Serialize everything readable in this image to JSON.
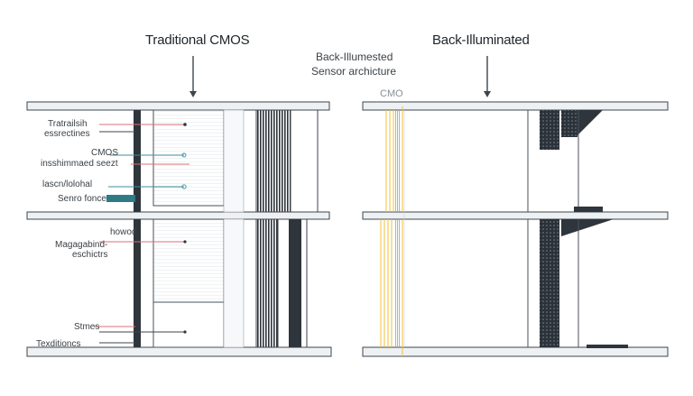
{
  "titles": {
    "left": "Traditional CMOS",
    "right": "Back-Illuminated",
    "center_line1": "Back-Illumested",
    "center_line2": "Sensor archicture"
  },
  "left_labels": [
    "Tratrailsih",
    "essrectines",
    "CMOS",
    "insshimmaed seezt",
    "lascn/lolohal",
    "Senro fonce",
    "howod",
    "Magagabind-",
    "eschictrs",
    "Stmes",
    "Texditioncs"
  ],
  "right_labels": {
    "cmo": "CMO"
  },
  "colors": {
    "frame": "#3e454c",
    "dark_fill": "#2e353c",
    "teal": "#3e8f97",
    "teal_block": "#2f7a84",
    "red_line": "#d86f78",
    "yellow": "#f0c23a",
    "plate": "#e9edf0"
  },
  "icons": [
    "arrow-down-icon"
  ]
}
